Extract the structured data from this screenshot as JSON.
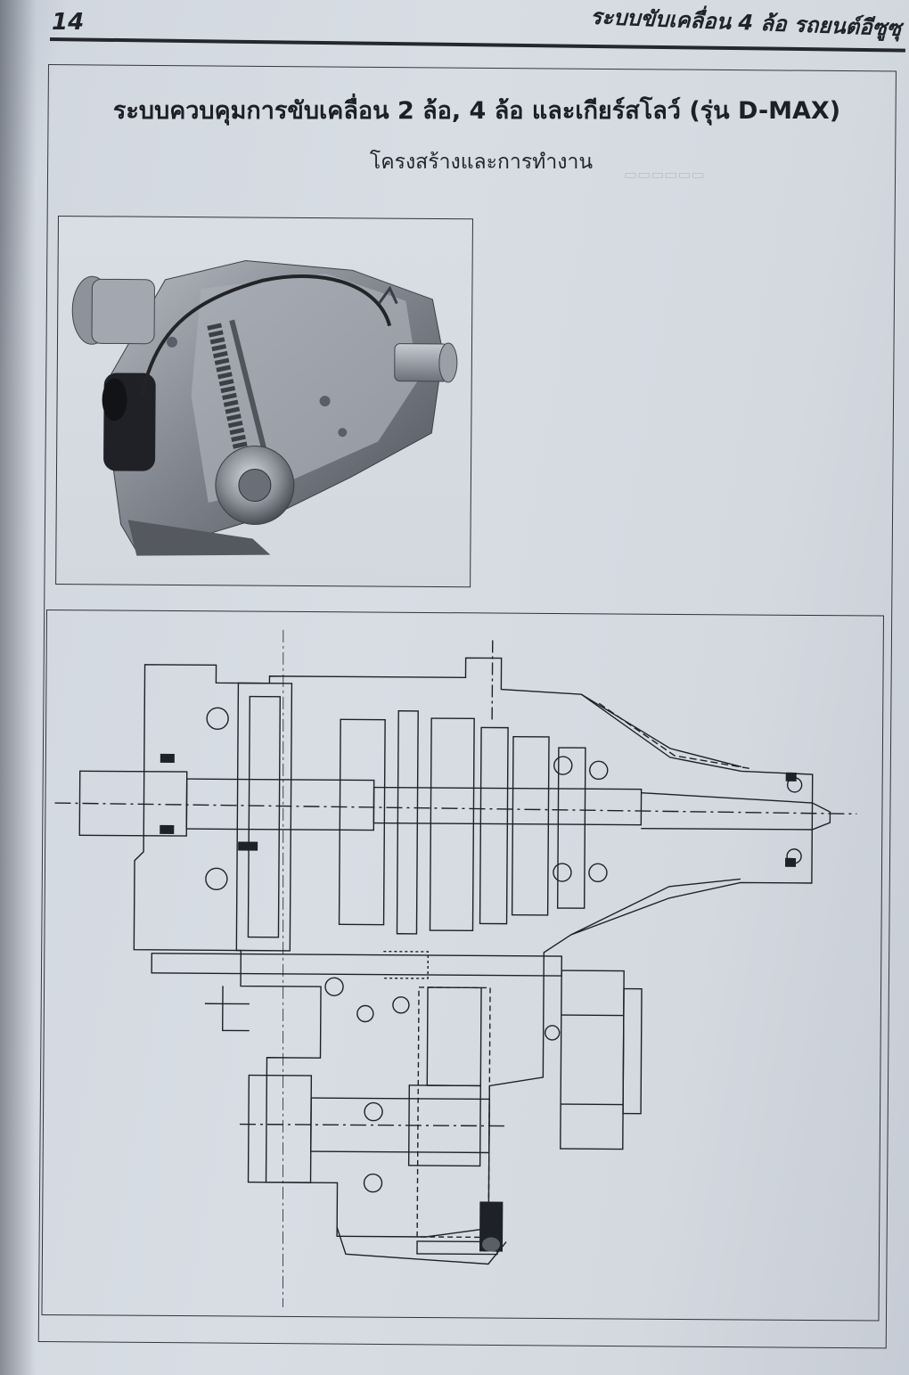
{
  "page": {
    "page_number": "14",
    "running_header": "ระบบขับเคลื่อน 4 ล้อ รถยนต์อีซูซุ"
  },
  "section": {
    "title": "ระบบควบคุมการขับเคลื่อน 2 ล้อ, 4 ล้อ และเกียร์สโลว์ (รุ่น D-MAX)",
    "subtitle": "โครงสร้างและการทำงาน"
  },
  "figures": [
    {
      "kind": "photograph",
      "icon": "transfer-case-photo"
    },
    {
      "kind": "technical-drawing",
      "icon": "transfer-case-cross-section"
    }
  ]
}
